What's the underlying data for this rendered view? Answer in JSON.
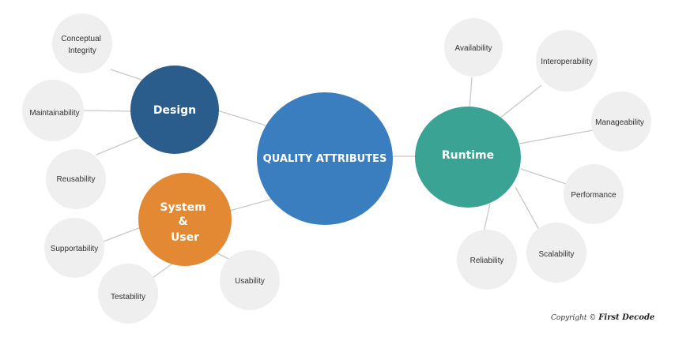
{
  "center": {
    "label": "QUALITY ATTRIBUTES",
    "color": "#3a7ebf"
  },
  "hubs": {
    "design": {
      "label": "Design",
      "color": "#2a5d8c"
    },
    "system_user": {
      "label_lines": [
        "System",
        "&",
        "User"
      ],
      "color": "#e38833"
    },
    "runtime": {
      "label": "Runtime",
      "color": "#3aa394"
    }
  },
  "leaf_color": "#efefef",
  "leaves": {
    "conceptual_integrity": [
      "Conceptual",
      "Integrity"
    ],
    "maintainability": [
      "Maintainability"
    ],
    "reusability": [
      "Reusability"
    ],
    "supportability": [
      "Supportability"
    ],
    "testability": [
      "Testability"
    ],
    "usability": [
      "Usability"
    ],
    "availability": [
      "Availability"
    ],
    "interoperability": [
      "Interoperability"
    ],
    "manageability": [
      "Manageability"
    ],
    "performance": [
      "Performance"
    ],
    "scalability": [
      "Scalability"
    ],
    "reliability": [
      "Reliability"
    ]
  },
  "copyright": {
    "prefix": "Copyright ©",
    "brand": "First Decode"
  }
}
